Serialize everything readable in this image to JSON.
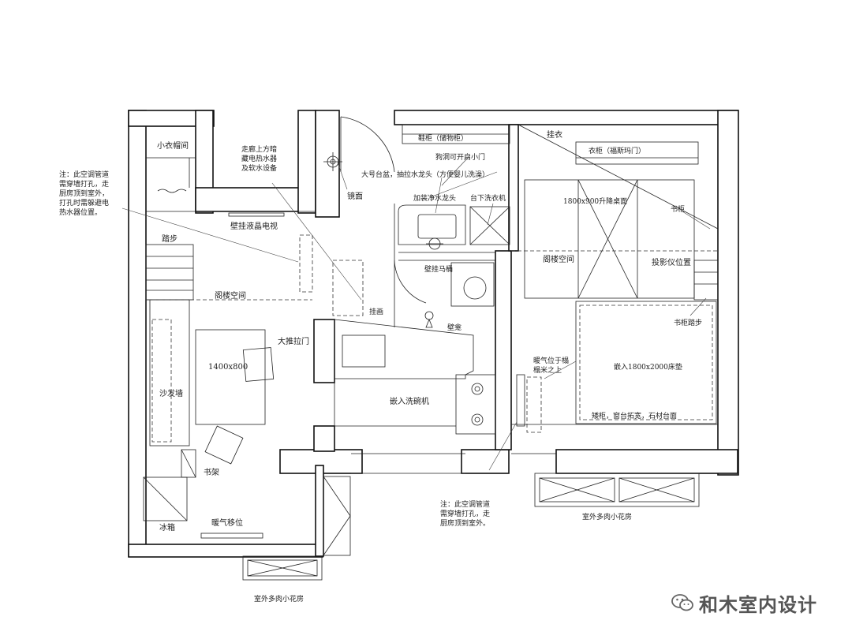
{
  "labels": {
    "small_closet": "小衣帽间",
    "note_left": [
      "注：此空调管道",
      "需穿墙打孔，走",
      "厨房顶到室外，",
      "打孔时需躲避电",
      "热水器位置。"
    ],
    "corridor": [
      "走廊上方暗",
      "藏电热水器",
      "及软水设备"
    ],
    "mirror": "镜面",
    "tv": "壁挂液晶电视",
    "steps": "踏步",
    "loft_left": "阁楼空间",
    "table": "1400x800",
    "sofa": "沙发墙",
    "sliding_door": "大推拉门",
    "bookshelf": "书架",
    "fridge": "冰箱",
    "heater_move": "暖气移位",
    "garden_left": "室外多肉小花房",
    "shoe_cabinet": "鞋柜（储物柜）",
    "pet_door": "狗洞可开启小门",
    "basin": "大号台盆，抽拉水龙头（方便婴儿洗澡）",
    "purifier": "加装净水龙头",
    "washer": "台下洗衣机",
    "toilet": "壁挂马桶",
    "painting": "挂画",
    "niche": "壁龛",
    "dishwasher": "嵌入洗碗机",
    "hang_clothes": "挂衣",
    "wardrobe": "衣柜（福斯玛门）",
    "lift_table": "1800x900升降桌面",
    "book_cabinet": "书柜",
    "loft_right": "阁楼空间",
    "projector": "投影仪位置",
    "book_steps": "书柜踏步",
    "heater_under": [
      "暖气位于榻",
      "榻米之上"
    ],
    "mattress": "嵌入1800x2000床垫",
    "bay_window": "矮柜，窗台拓宽，石材台面",
    "note_bottom": [
      "注：此空调管道",
      "需穿墙打孔，走",
      "厨房顶到室外。"
    ],
    "garden_right": "室外多肉小花房"
  },
  "watermark": {
    "icon": "wechat-icon",
    "text": "和木室内设计"
  },
  "colors": {
    "line": "#111111",
    "text": "#222222",
    "watermark": "#555555"
  }
}
